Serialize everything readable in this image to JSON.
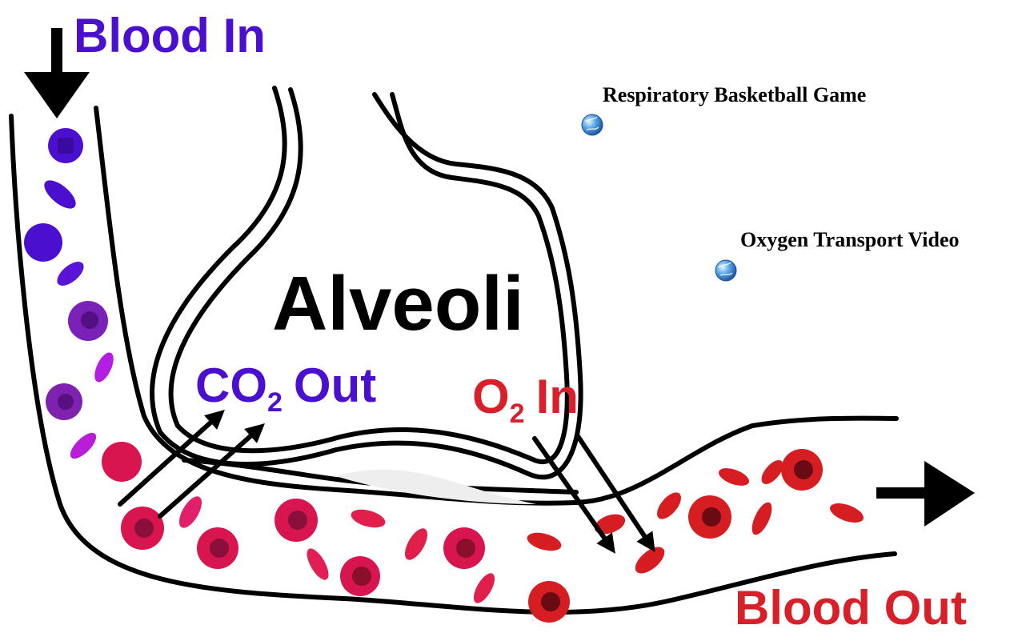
{
  "labels": {
    "blood_in": "Blood In",
    "alveoli": "Alveoli",
    "co2_main": "CO",
    "co2_sub": "2",
    "co2_out": "Out",
    "o2_main": "O",
    "o2_sub": "2",
    "o2_in": "In",
    "blood_out": "Blood Out"
  },
  "links": [
    {
      "label": "Respiratory Basketball Game",
      "icon": "globe-icon"
    },
    {
      "label": "Oxygen Transport Video",
      "icon": "globe-icon"
    }
  ],
  "colors": {
    "deoxygenated": "#4b0fd0",
    "oxygenated": "#d8202a",
    "outline": "#000000",
    "cell_purple": "#7a22b8",
    "cell_magenta": "#c51c8c",
    "cell_crimson": "#d8154f",
    "cell_red": "#d51d22",
    "cell_dark_core": "#7a0f1a"
  }
}
